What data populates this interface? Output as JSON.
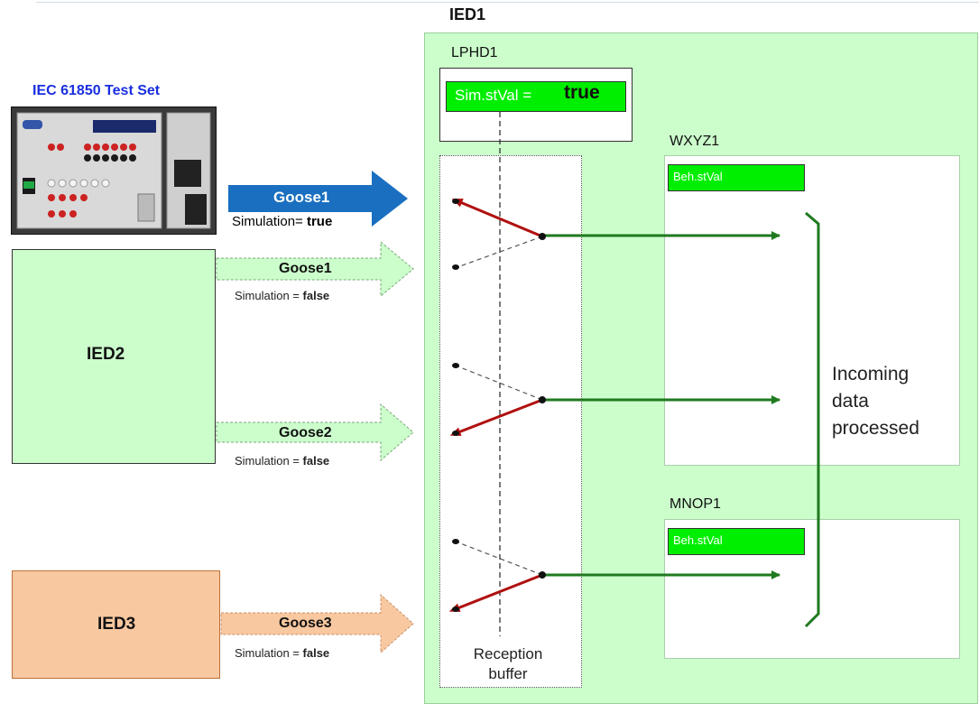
{
  "ied1": {
    "title": "IED1",
    "lphd": {
      "title": "LPHD1",
      "sim_label": "Sim.stVal =",
      "sim_value": "true"
    },
    "wxyz": {
      "title": "WXYZ1",
      "beh_label": "Beh.stVal"
    },
    "mnop": {
      "title": "MNOP1",
      "beh_label": "Beh.stVal"
    },
    "reception_buffer": {
      "line1": "Reception",
      "line2": "buffer"
    },
    "incoming": {
      "line1": "Incoming",
      "line2": "data",
      "line3": "processed"
    }
  },
  "test_set": {
    "title": "IEC 61850 Test Set"
  },
  "ied2": {
    "label": "IED2"
  },
  "ied3": {
    "label": "IED3"
  },
  "messages": {
    "goose1_test": {
      "label": "Goose1",
      "sim_prefix": "Simulation=",
      "sim_value": "true"
    },
    "goose1_ied2": {
      "label": "Goose1",
      "sim_prefix": "Simulation =",
      "sim_value": "false"
    },
    "goose2_ied2": {
      "label": "Goose2",
      "sim_prefix": "Simulation =",
      "sim_value": "false"
    },
    "goose3_ied3": {
      "label": "Goose3",
      "sim_prefix": "Simulation =",
      "sim_value": "false"
    }
  },
  "colors": {
    "accent_blue": "#1a6fc0",
    "title_blue": "#1a2ee0",
    "green_fill": "#00ee00",
    "ied_green": "#ccfecc",
    "ied3_orange": "#f8c8a0",
    "arrow_green": "#1f7a1f",
    "arrow_red": "#b01010"
  }
}
